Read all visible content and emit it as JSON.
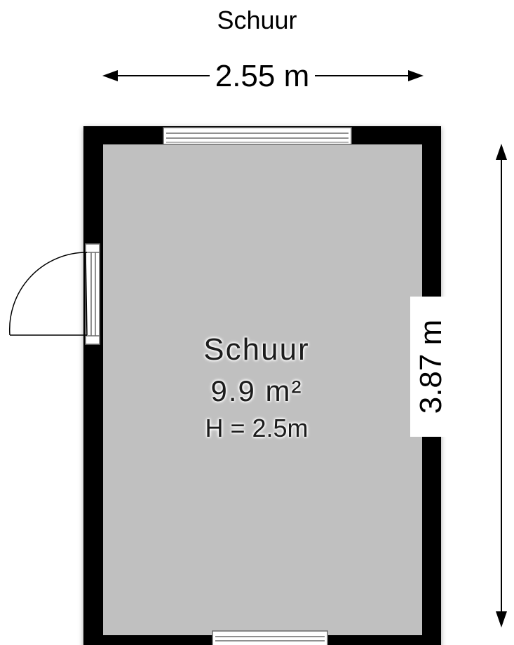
{
  "title": "Schuur",
  "dimensions": {
    "width": "2.55 m",
    "length": "3.87 m"
  },
  "room": {
    "name": "Schuur",
    "area": "9.9 m²",
    "height": "H = 2.5m"
  },
  "colors": {
    "wall": "#000000",
    "floor": "#c0c0c0",
    "background": "#ffffff",
    "window_frame": "#6b6b6b"
  },
  "icons": {
    "door": "door-swing-icon",
    "window": "window-icon",
    "arrow": "dimension-arrow-icon"
  }
}
